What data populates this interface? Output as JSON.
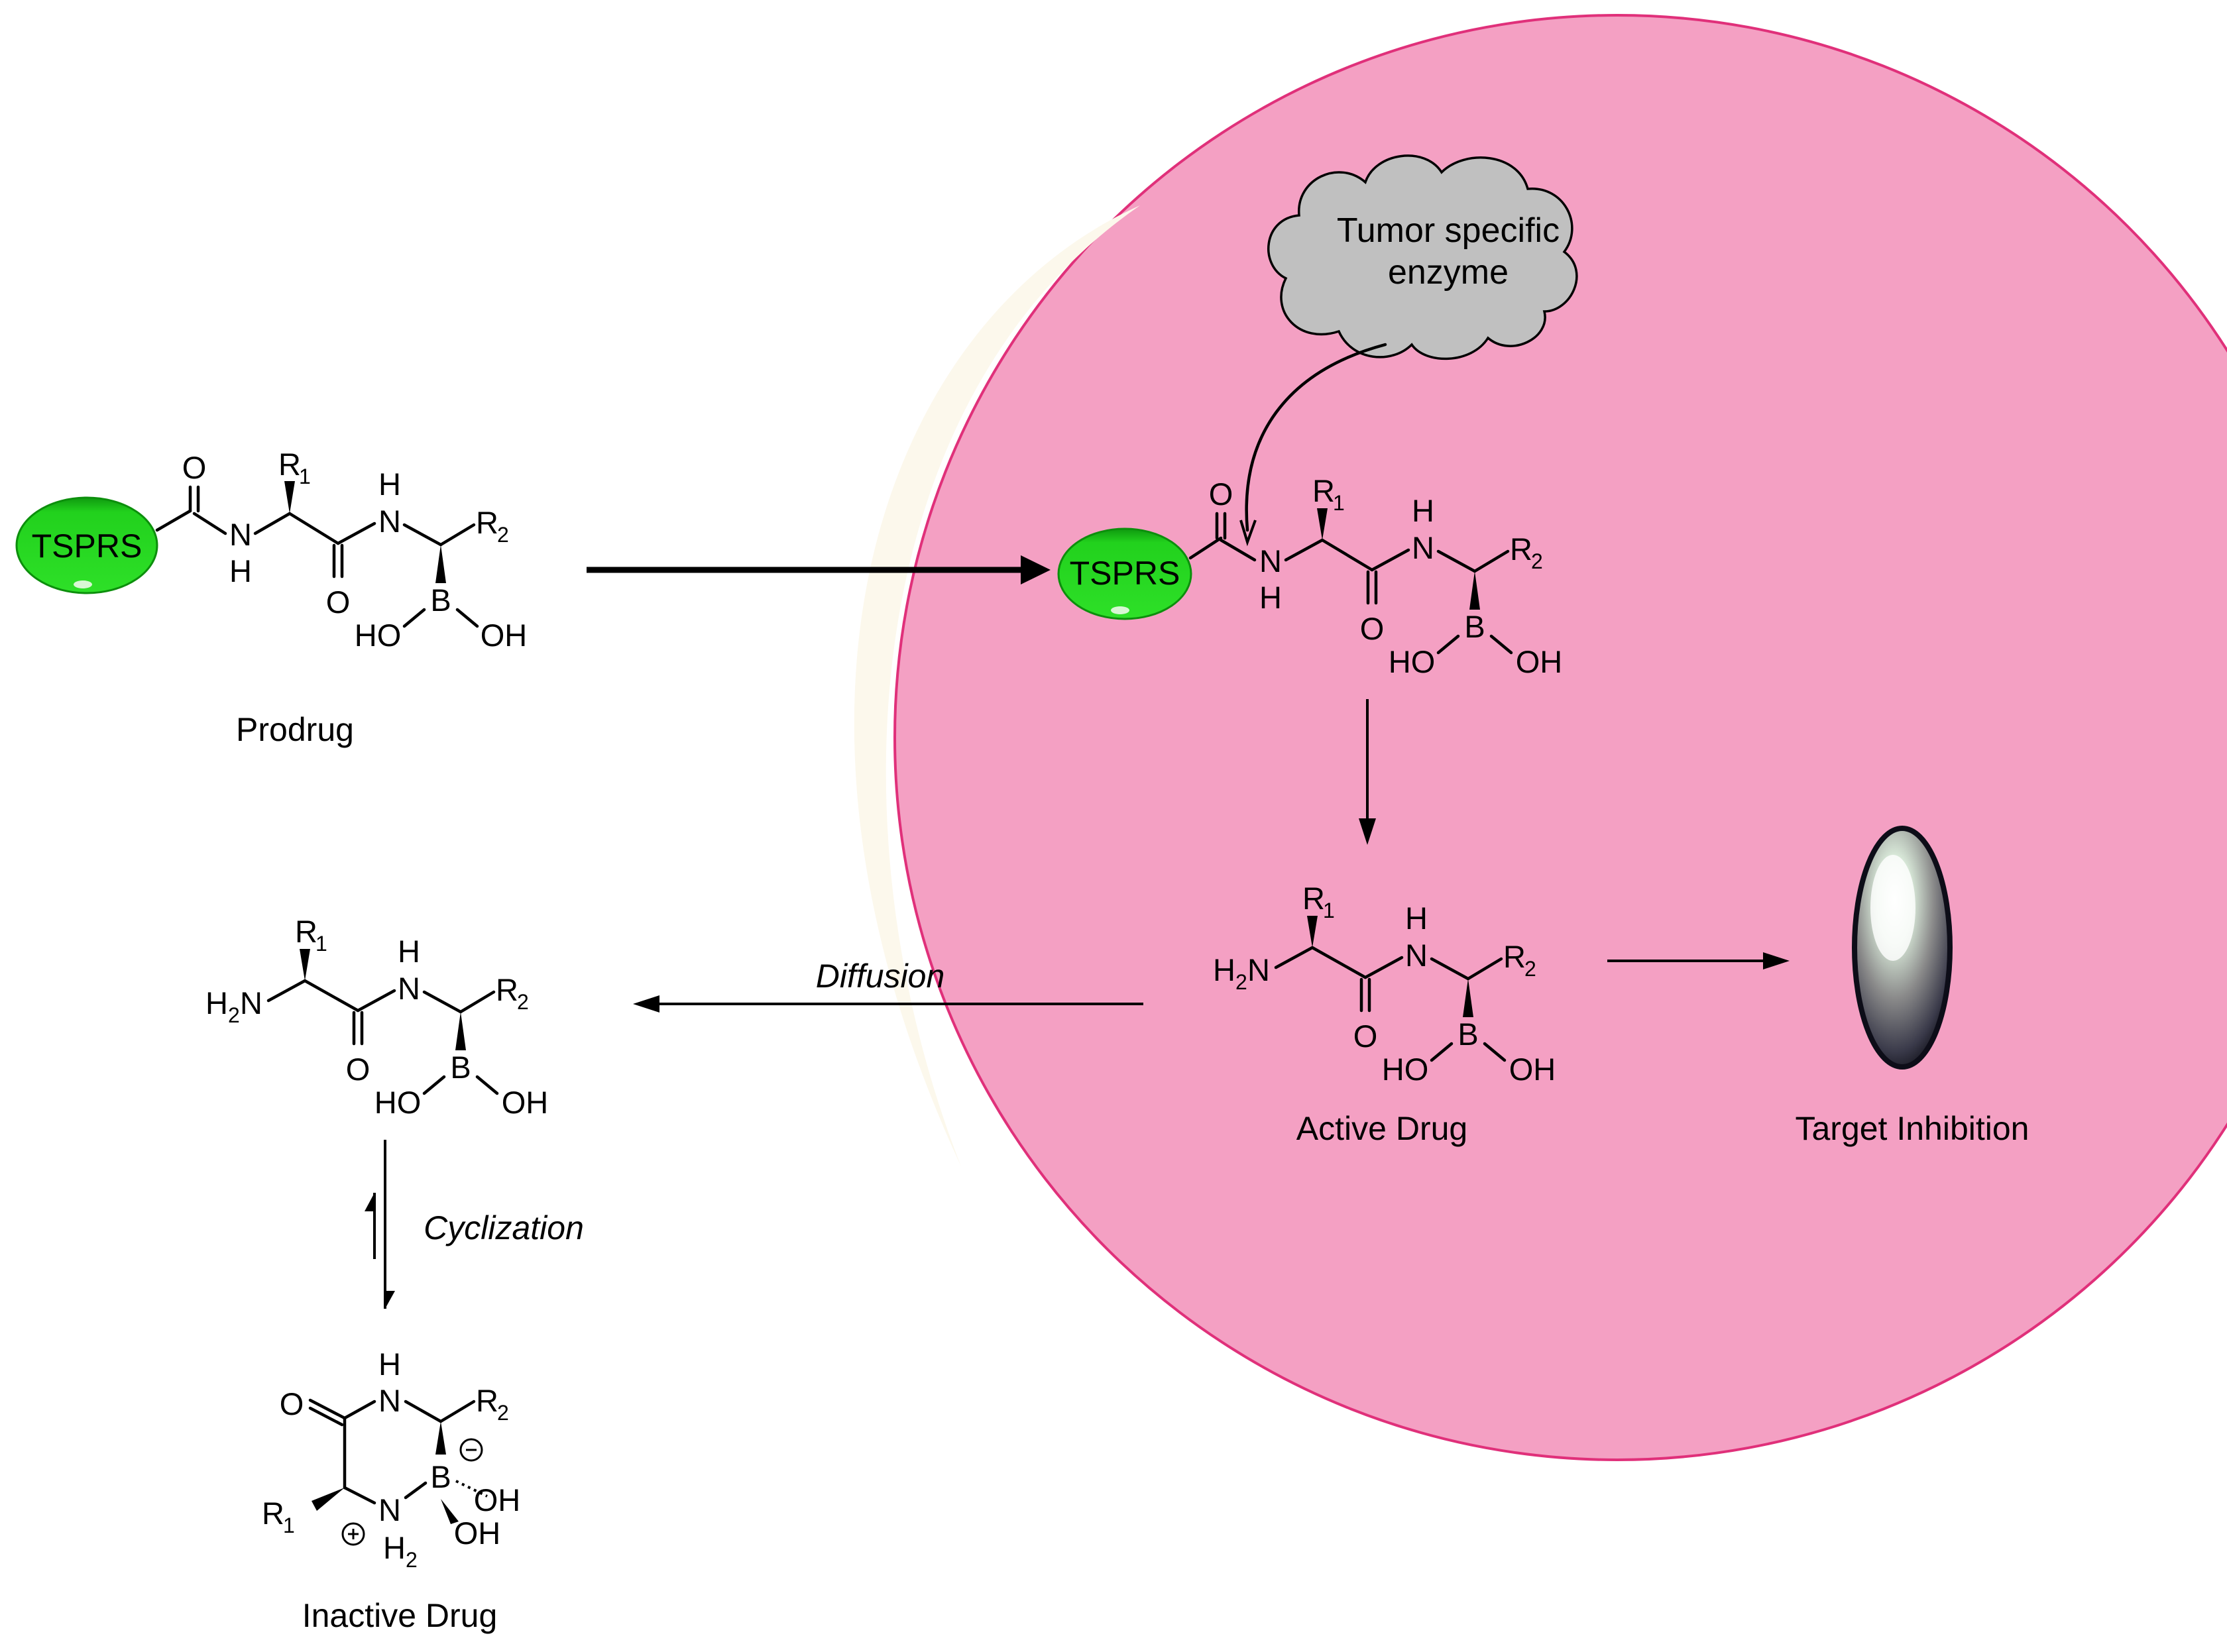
{
  "labels": {
    "prodrug": "Prodrug",
    "active_drug": "Active Drug",
    "target_inhibition": "Target Inhibition",
    "inactive_drug": "Inactive Drug",
    "diffusion": "Diffusion",
    "cyclization": "Cyclization",
    "enzyme_line1": "Tumor specific",
    "enzyme_line2": "enzyme"
  },
  "molecule": {
    "tsprs": "TSPRS",
    "O": "O",
    "N": "N",
    "H": "H",
    "B": "B",
    "HO": "HO",
    "OH": "OH",
    "R": "R",
    "sub1": "1",
    "sub2": "2",
    "H2N_main": "H",
    "H2N_sub": "2",
    "H2N_N": "N"
  },
  "colors": {
    "cell_fill": "#f4a0c3",
    "cell_stroke": "#e0307a",
    "crescent": "#fcf8ec",
    "tsprs_green": "#22d11d",
    "cloud_fill": "#c0c0c0",
    "target_dark": "#1a1a2a"
  }
}
